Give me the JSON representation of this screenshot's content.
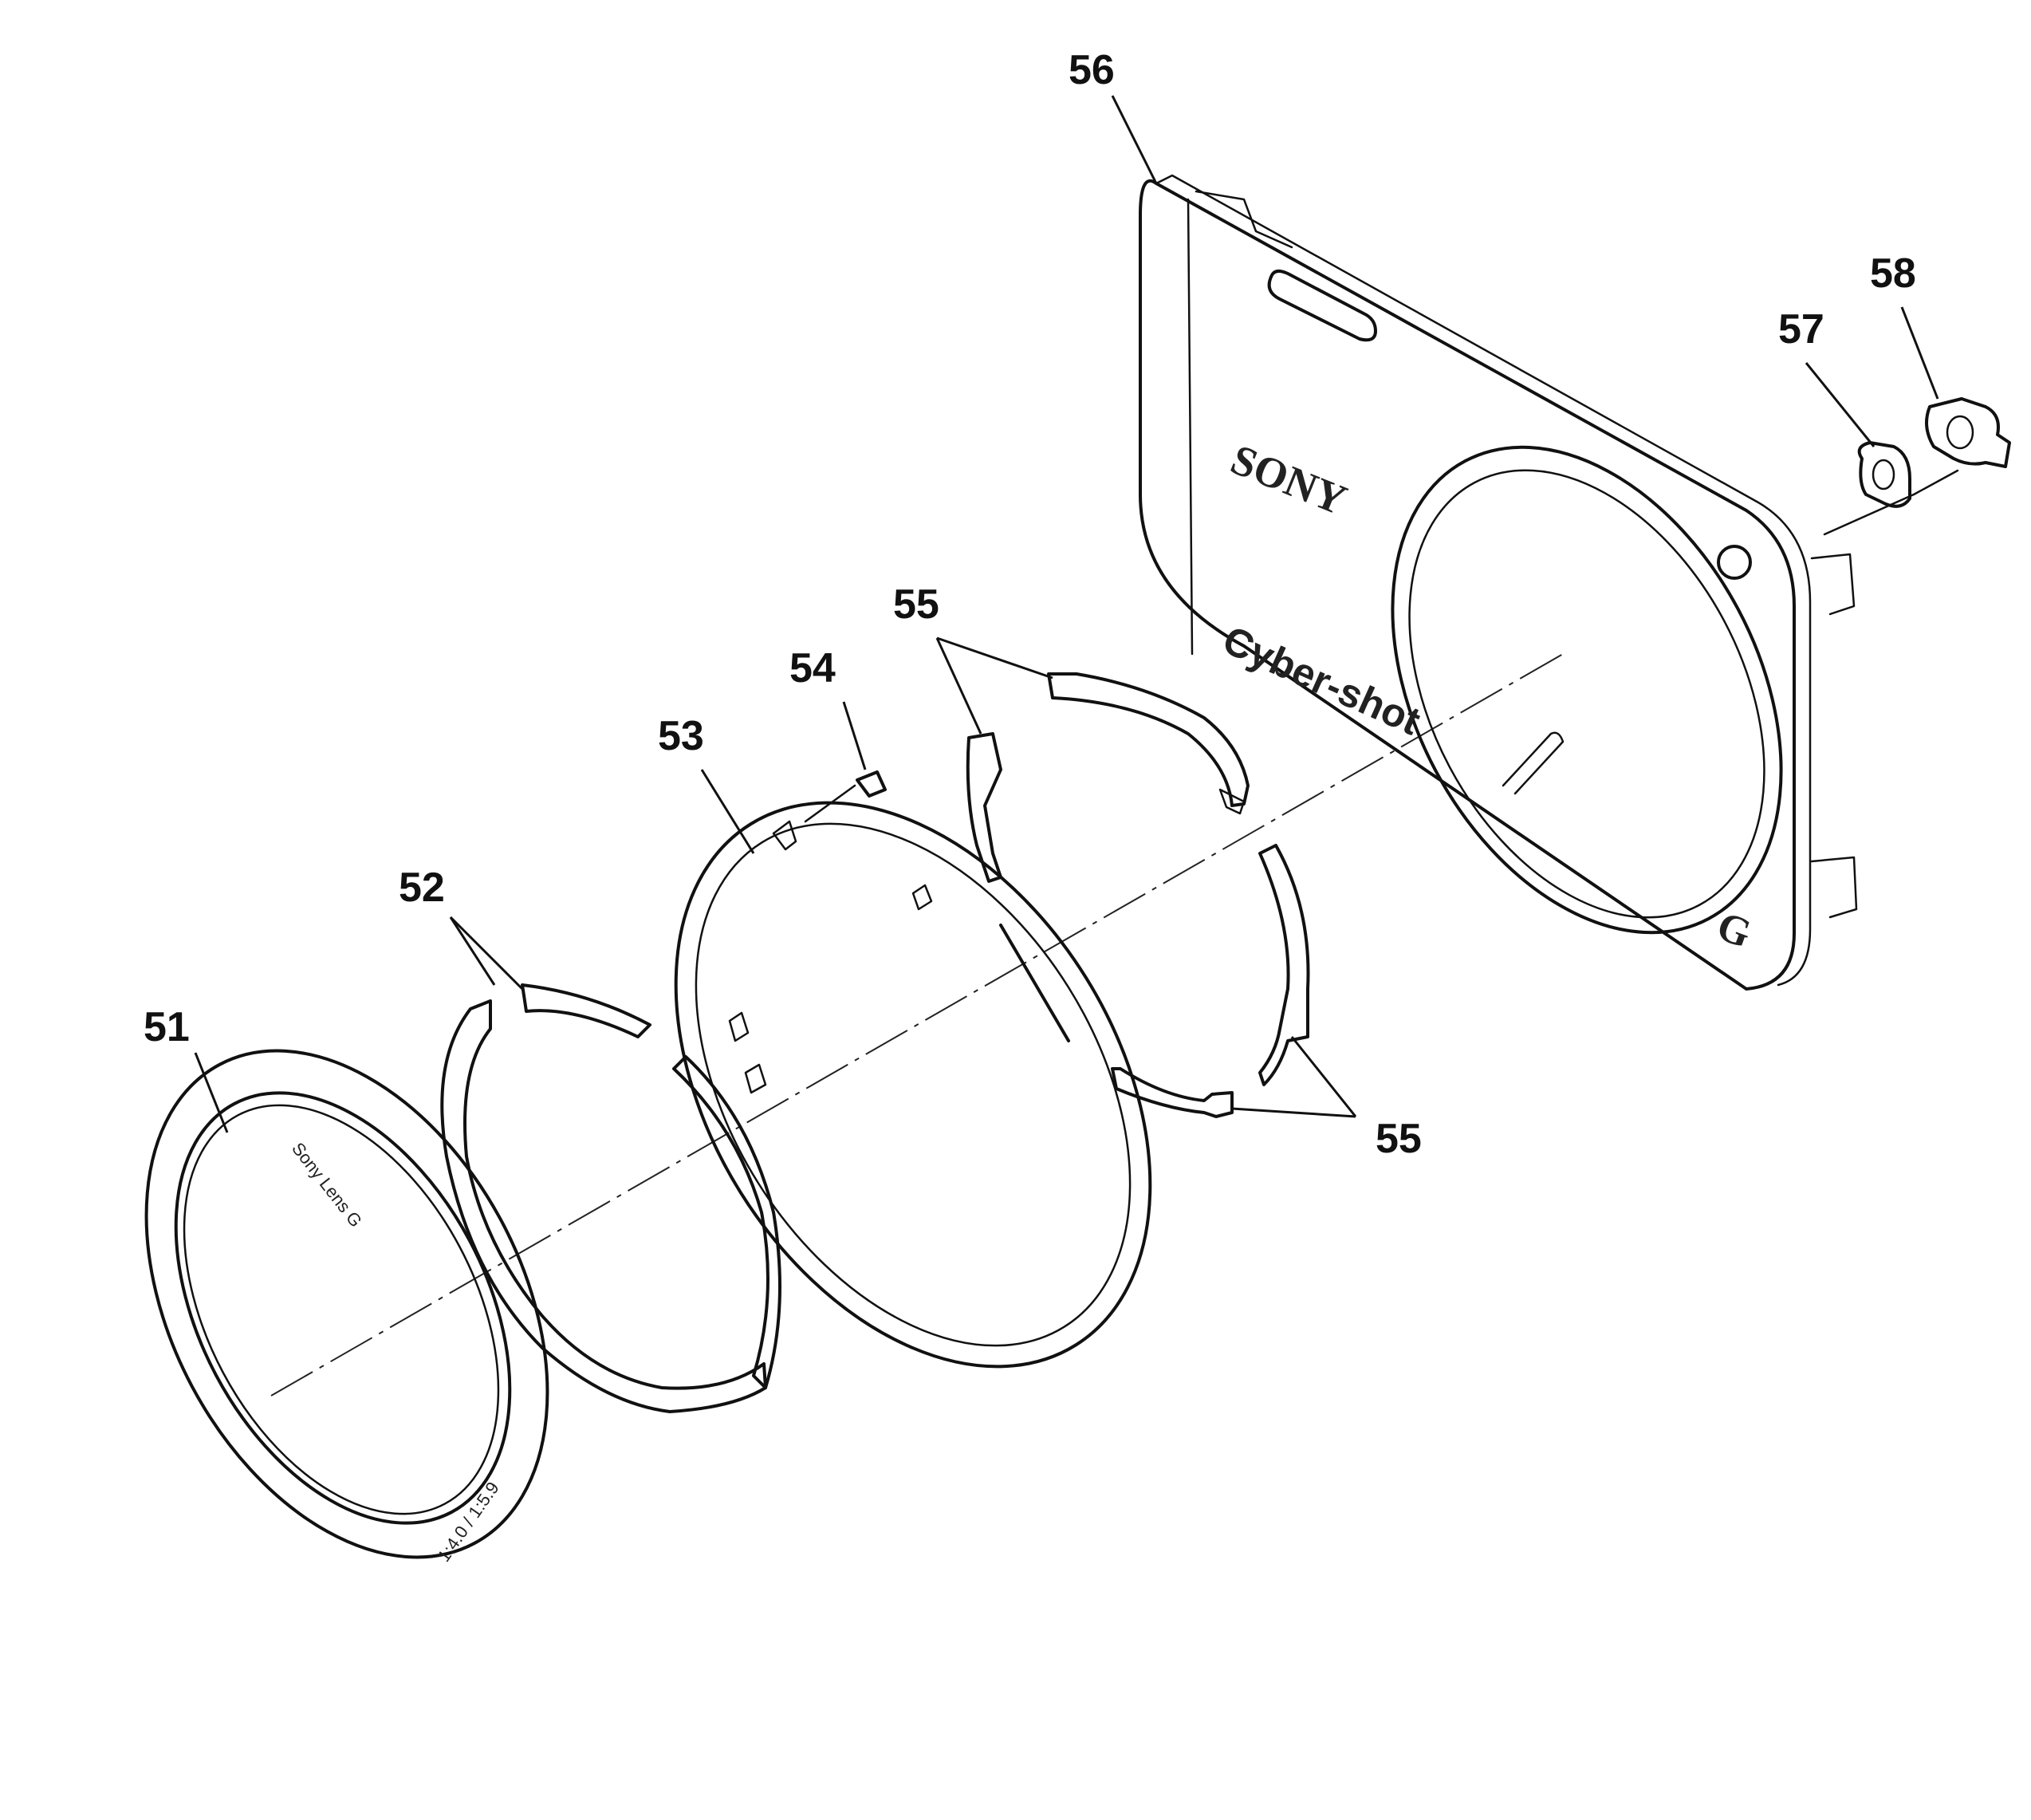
{
  "diagram": {
    "callouts": [
      {
        "id": "51",
        "label": "51"
      },
      {
        "id": "52",
        "label": "52"
      },
      {
        "id": "53",
        "label": "53"
      },
      {
        "id": "54",
        "label": "54"
      },
      {
        "id": "55a",
        "label": "55"
      },
      {
        "id": "55b",
        "label": "55"
      },
      {
        "id": "56",
        "label": "56"
      },
      {
        "id": "57",
        "label": "57"
      },
      {
        "id": "58",
        "label": "58"
      }
    ],
    "printed_text": {
      "brand": "SONY",
      "model": "Cyber-shot",
      "g_mark": "G",
      "lens_ring_top": "Sony Lens G",
      "lens_ring_bottom": "1:4.0 / 1:5.9"
    }
  }
}
